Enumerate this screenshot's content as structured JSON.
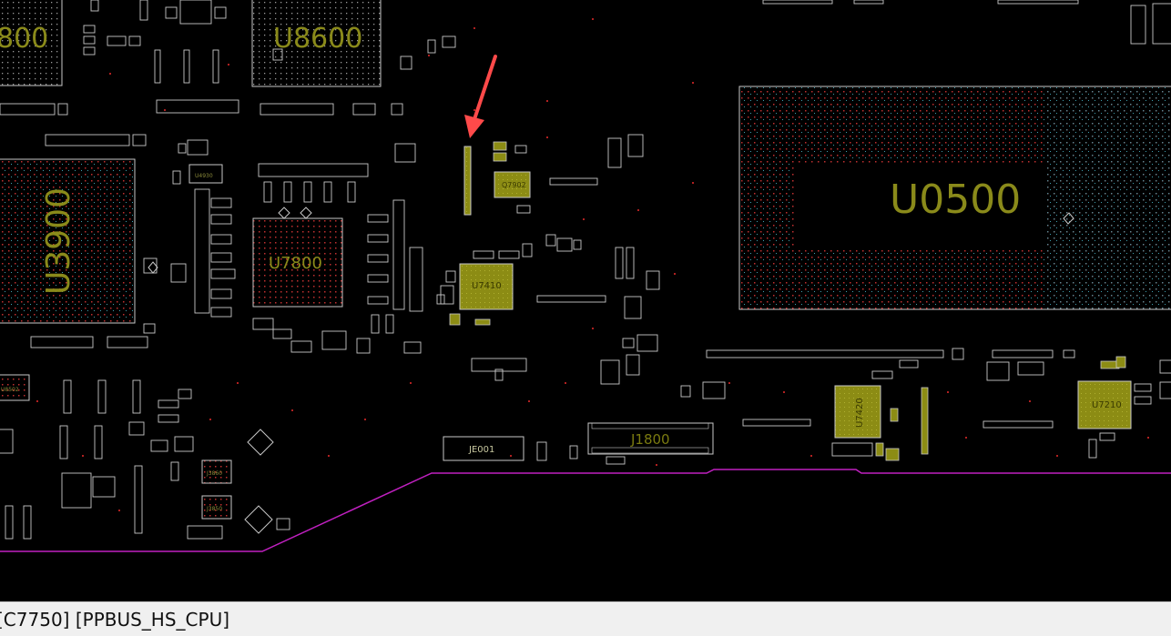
{
  "board": {
    "components": {
      "u8600": "U8600",
      "u0500": "U0500",
      "u3900": "U3900",
      "u7800": "U7800",
      "u7410": "U7410",
      "q7902": "Q7902",
      "u7420": "U7420",
      "u7210": "U7210",
      "j1800": "J1800",
      "je001": "JE001",
      "partial_top_left": "800",
      "u4930": "U4930",
      "u8502": "U8502",
      "j3860": "J3860",
      "j3850": "J3850"
    },
    "colors": {
      "background": "#000000",
      "outline": "#c8c8c8",
      "highlight_fill": "#8c8c14",
      "label": "#8a8a1a",
      "board_edge": "#c020c0",
      "arrow": "#ff4a4a",
      "pin_red": "#c03030",
      "pin_cyan": "#40a0b0"
    },
    "annotation": {
      "arrow_icon": "red-arrow-pointer"
    }
  },
  "status_bar": {
    "text": "[C7750] [PPBUS_HS_CPU]"
  }
}
